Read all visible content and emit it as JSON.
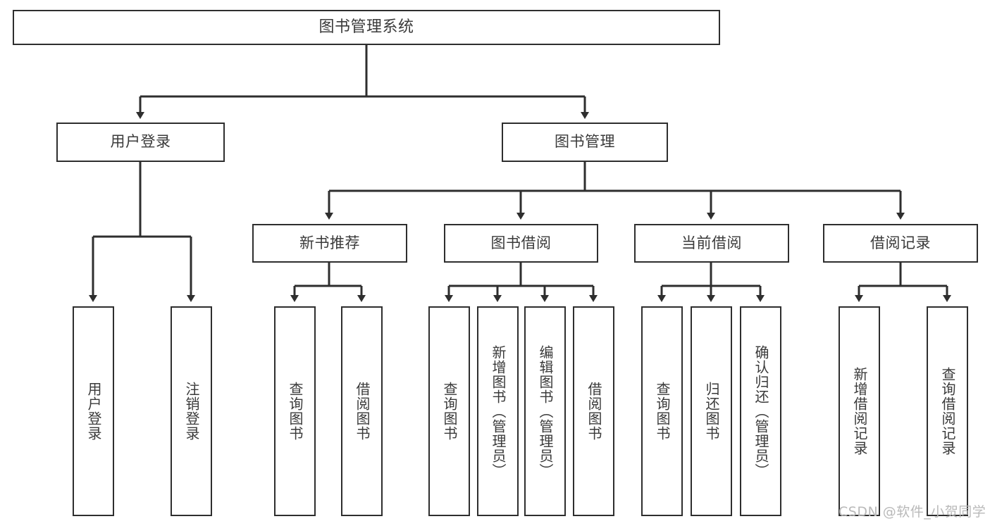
{
  "diagram": {
    "type": "tree",
    "title": "图书管理系统",
    "background_color": "#ffffff",
    "line_color": "#2e2e2e",
    "text_color": "#3a3a3a",
    "root": {
      "label": "图书管理系统"
    },
    "level2": [
      {
        "label": "用户登录"
      },
      {
        "label": "图书管理"
      }
    ],
    "level3": [
      {
        "label": "新书推荐"
      },
      {
        "label": "图书借阅"
      },
      {
        "label": "当前借阅"
      },
      {
        "label": "借阅记录"
      }
    ],
    "leaves": {
      "user_login": [
        {
          "label": "用户登录"
        },
        {
          "label": "注销登录"
        }
      ],
      "new_book": [
        {
          "label": "查询图书"
        },
        {
          "label": "借阅图书"
        }
      ],
      "book_borrow": [
        {
          "label": "查询图书"
        },
        {
          "label": "新增图书（管理员）"
        },
        {
          "label": "编辑图书（管理员）"
        },
        {
          "label": "借阅图书"
        }
      ],
      "current_borrow": [
        {
          "label": "查询图书"
        },
        {
          "label": "归还图书"
        },
        {
          "label": "确认归还（管理员）"
        }
      ],
      "borrow_record": [
        {
          "label": "新增借阅记录"
        },
        {
          "label": "查询借阅记录"
        }
      ]
    }
  },
  "watermark": {
    "text": "CSDN @软件_小贺同学"
  }
}
